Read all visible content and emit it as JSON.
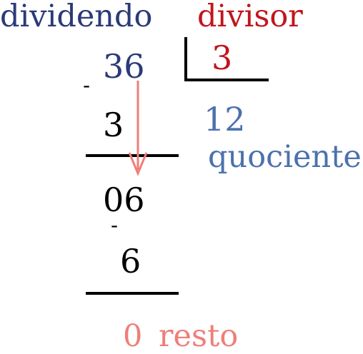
{
  "labels": {
    "dividend_label": "dividendo",
    "divisor_label": "divisor",
    "quotient_label": "quociente",
    "remainder_label": "resto"
  },
  "values": {
    "dividend": "36",
    "divisor": "3",
    "first_subtrahend": "3",
    "quotient": "12",
    "partial_dividend": "06",
    "second_subtrahend": "6",
    "remainder": "0"
  },
  "operators": {
    "minus": "-"
  },
  "colors": {
    "dividend": "#2b3a78",
    "divisor": "#c0161c",
    "quotient": "#4c72ad",
    "remainder": "#ee7f78",
    "digits": "#000000",
    "arrow": "#ee7f78"
  }
}
